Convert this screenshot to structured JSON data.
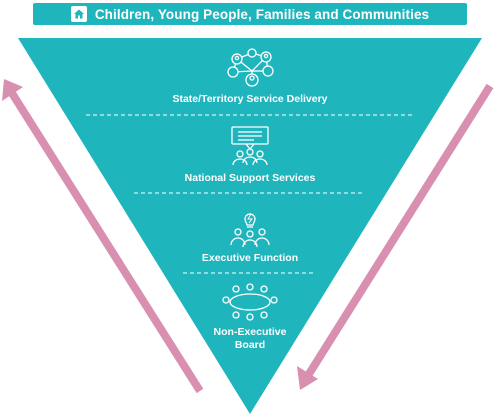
{
  "colors": {
    "teal": "#1FB5BD",
    "arrow_pink": "#D98FB0",
    "white": "#FFFFFF"
  },
  "banner": {
    "icon": "house-icon",
    "text": "Children, Young People, Families and Communities"
  },
  "layers": [
    {
      "label": "State/Territory Service Delivery",
      "icon": "network-people-icon"
    },
    {
      "label": "National Support Services",
      "icon": "presentation-audience-icon"
    },
    {
      "label": "Executive Function",
      "icon": "idea-team-icon"
    },
    {
      "label_line1": "Non-Executive",
      "label_line2": "Board",
      "icon": "boardroom-table-icon"
    }
  ],
  "arrows": {
    "left": {
      "direction": "up",
      "icon": "up-arrow"
    },
    "right": {
      "direction": "down",
      "icon": "down-arrow"
    }
  }
}
